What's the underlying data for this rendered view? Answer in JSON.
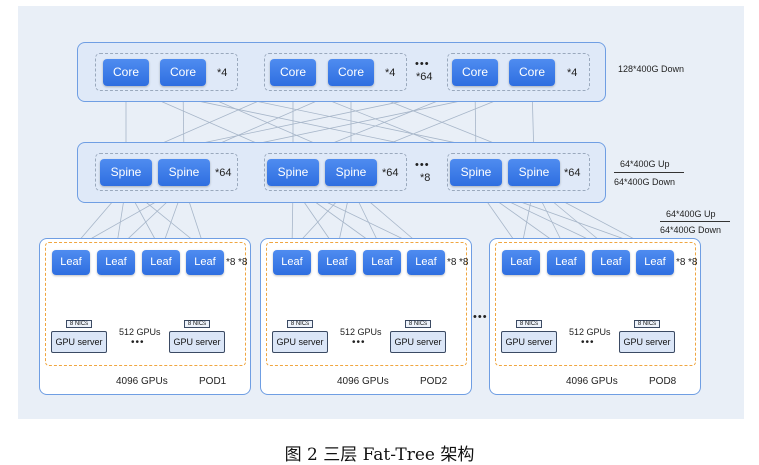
{
  "diagram": {
    "core_label": "Core",
    "spine_label": "Spine",
    "leaf_label": "Leaf",
    "core_multiplier": "*4",
    "core_groups_multiplier": "*64",
    "spine_multiplier": "*64",
    "spine_groups_multiplier": "*8",
    "leaf_multiplier": "*8",
    "leaf_pod_multiplier": "*8",
    "core_bandwidth": "128*400G Down",
    "spine_bandwidth_up": "64*400G Up",
    "spine_bandwidth_down": "64*400G Down",
    "leaf_bandwidth_up": "64*400G Up",
    "leaf_bandwidth_down": "64*400G Down",
    "nics_label": "8 NICs",
    "gpu_server_label": "GPU server",
    "pod_gpus_label": "512 GPUs",
    "ellipsis": "•••",
    "pods": [
      {
        "name": "POD1",
        "gpus": "4096 GPUs"
      },
      {
        "name": "POD2",
        "gpus": "4096 GPUs"
      },
      {
        "name": "POD8",
        "gpus": "4096 GPUs"
      }
    ]
  },
  "caption": "图 2 三层 Fat-Tree 架构",
  "colors": {
    "node_blue": "#2e6ee0",
    "tier_border": "#6f9ee3",
    "tier_fill": "#dfe9f8",
    "pod_dashed": "#f0a640",
    "background": "#e9eff7"
  }
}
